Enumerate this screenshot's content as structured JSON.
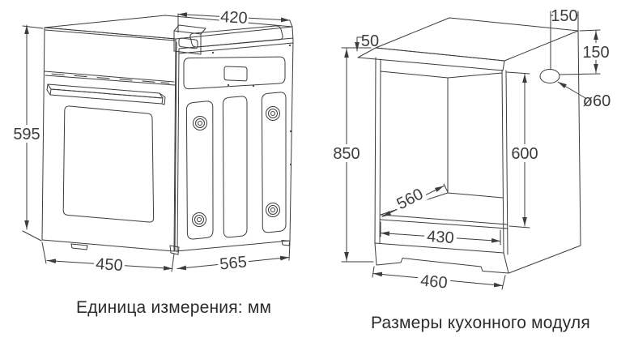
{
  "captions": {
    "left": "Единица измерения: мм",
    "right": "Размеры кухонного модуля"
  },
  "oven_dims": {
    "height": "595",
    "top_depth": "420",
    "width": "450",
    "depth": "565"
  },
  "cabinet_dims": {
    "height": "850",
    "top_thickness": "50",
    "niche_height": "600",
    "hole_offset_top": "150",
    "hole_offset_side": "150",
    "hole_diameter": "ø60",
    "niche_depth": "560",
    "niche_width": "430",
    "plinth_width": "460"
  },
  "colors": {
    "line": "#3d3d3d",
    "text": "#3d3d3d",
    "background": "#ffffff"
  }
}
